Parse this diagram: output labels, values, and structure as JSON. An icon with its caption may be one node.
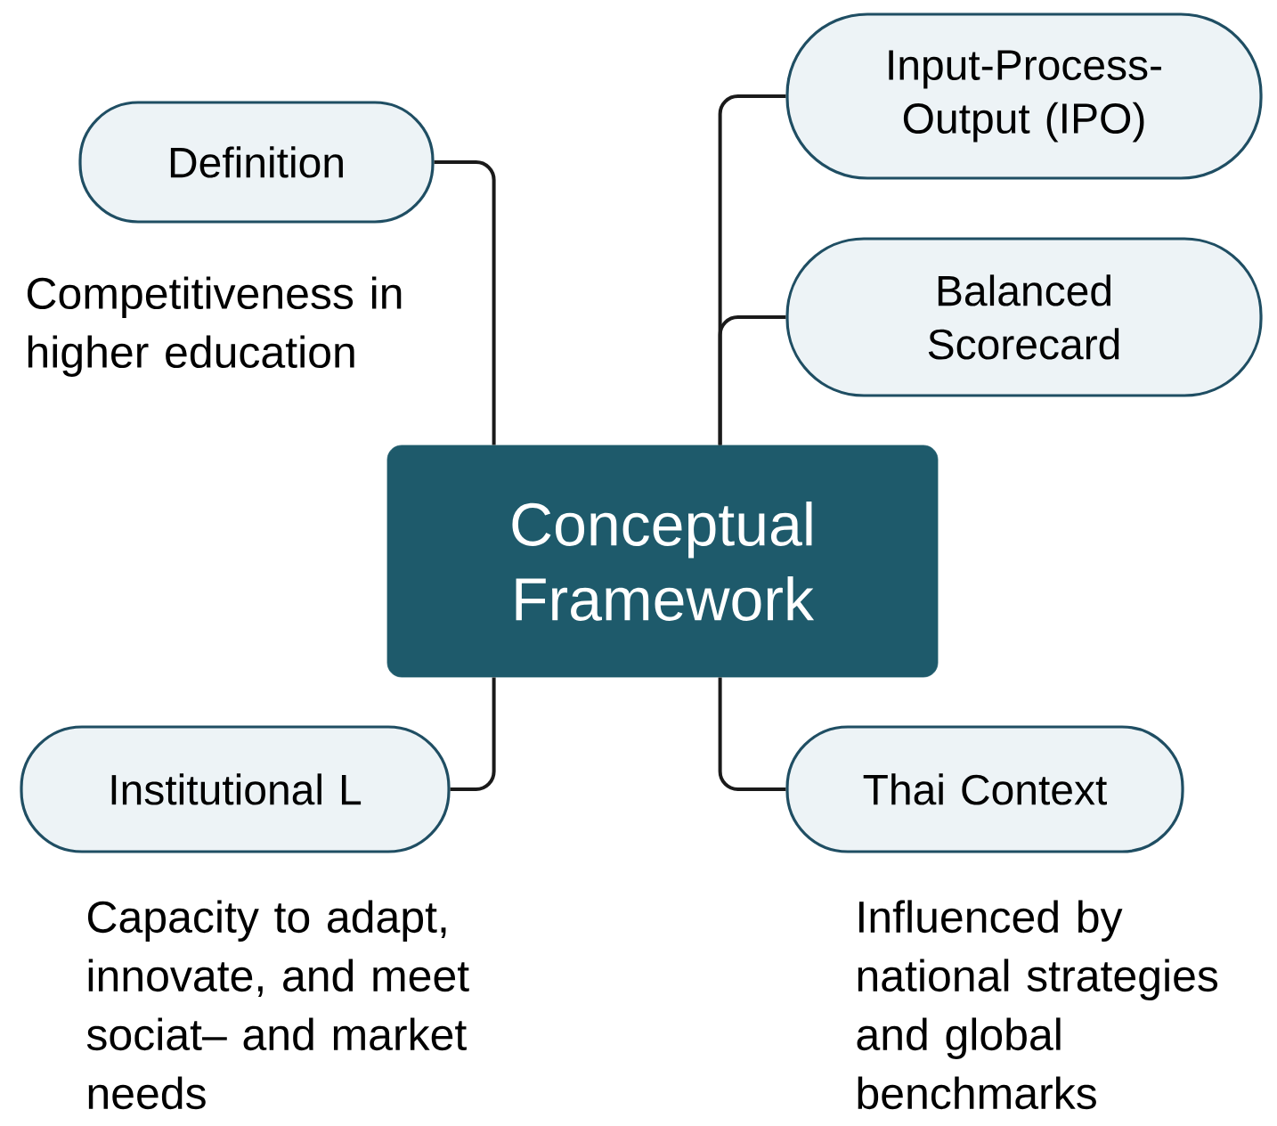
{
  "diagram": {
    "nodes": [
      {
        "text": [
          "Input-Process-Output (IPO)"
        ]
      },
      {
        "text": [
          "Definition"
        ],
        "beside": [
          "Competitiveness in higher education"
        ]
      },
      {
        "text": [
          "Balanced Scorecard"
        ]
      },
      {
        "text": [
          "Conceptual Framework"
        ]
      },
      {
        "text": [
          "Institutional L"
        ],
        "beside": [
          "Capacity to adapt, innovate, and meet sociat– and market needs"
        ]
      },
      {
        "text": [
          "Thai Context"
        ],
        "beside": [
          "Influenced by national strategies and global benchmarks"
        ]
      }
    ],
    "edges": [
      {
        "from": 1,
        "to": 3,
        "arrow": "none"
      },
      {
        "from": 0,
        "to": 3,
        "arrow": "none"
      },
      {
        "from": 2,
        "to": 3,
        "arrow": "none"
      },
      {
        "from": 4,
        "to": 3,
        "arrow": "none"
      },
      {
        "from": 5,
        "to": 3,
        "arrow": "none"
      }
    ]
  }
}
